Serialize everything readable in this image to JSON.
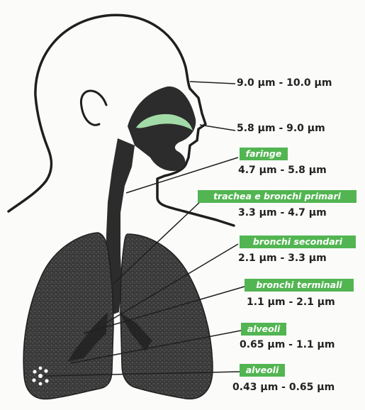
{
  "colors": {
    "label_bg": "#52b552",
    "silhouette": "#2c2c2c",
    "lung_fill": "#3a3a3a",
    "airway_highlight": "#9fd9a6"
  },
  "regions": [
    {
      "name": "",
      "range": "9.0 µm - 10.0 µm"
    },
    {
      "name": "",
      "range": "5.8 µm - 9.0 µm"
    },
    {
      "name": "faringe",
      "range": "4.7 µm - 5.8 µm"
    },
    {
      "name": "trachea e bronchi primari",
      "range": "3.3 µm - 4.7 µm"
    },
    {
      "name": "bronchi secondari",
      "range": "2.1 µm - 3.3 µm"
    },
    {
      "name": "bronchi terminali",
      "range": "1.1 µm - 2.1 µm"
    },
    {
      "name": "alveoli",
      "range": "0.65 µm - 1.1 µm"
    },
    {
      "name": "alveoli",
      "range": "0.43 µm - 0.65 µm"
    }
  ]
}
